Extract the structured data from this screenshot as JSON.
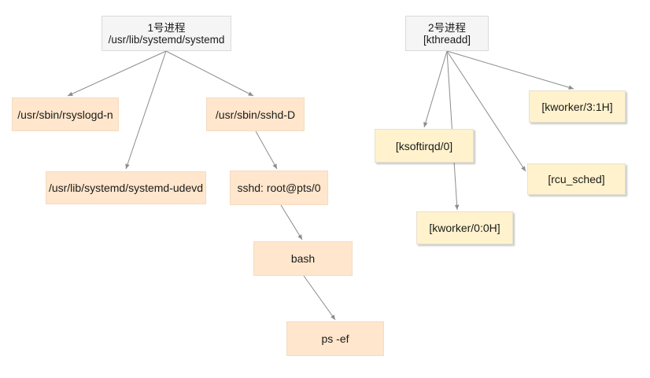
{
  "nodes": {
    "pid1": {
      "title": "1号进程",
      "subtitle": "/usr/lib/systemd/systemd"
    },
    "rsyslogd": "/usr/sbin/rsyslogd-n",
    "udevd": "/usr/lib/systemd/systemd-udevd",
    "sshd": "/usr/sbin/sshd-D",
    "sshd_session": "sshd: root@pts/0",
    "bash": "bash",
    "ps": "ps -ef",
    "pid2": {
      "title": "2号进程",
      "subtitle": "[kthreadd]"
    },
    "ksoftirqd": "[ksoftirqd/0]",
    "kworker00": "[kworker/0:0H]",
    "rcu": "[rcu_sched]",
    "kworker31": "[kworker/3:1H]"
  },
  "edges": [
    [
      "pid1",
      "rsyslogd"
    ],
    [
      "pid1",
      "udevd"
    ],
    [
      "pid1",
      "sshd"
    ],
    [
      "sshd",
      "sshd_session"
    ],
    [
      "sshd_session",
      "bash"
    ],
    [
      "bash",
      "ps"
    ],
    [
      "pid2",
      "ksoftirqd"
    ],
    [
      "pid2",
      "kworker00"
    ],
    [
      "pid2",
      "rcu"
    ],
    [
      "pid2",
      "kworker31"
    ]
  ],
  "colors": {
    "root_fill": "#f5f5f5",
    "process_fill": "#ffe6cc",
    "kernel_thread_fill": "#fff2cc",
    "edge": "#8c8c8c"
  }
}
